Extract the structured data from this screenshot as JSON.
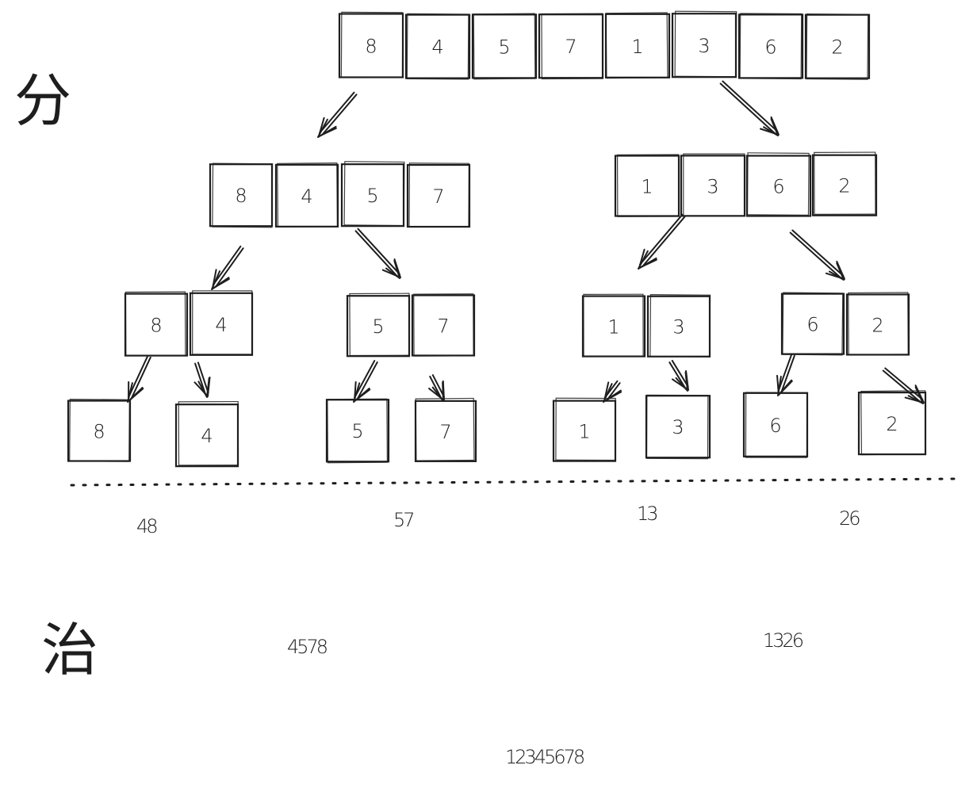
{
  "labels": {
    "divide": "分",
    "conquer": "治"
  },
  "levels": [
    {
      "level": 0,
      "groups": [
        [
          "8",
          "4",
          "5",
          "7",
          "1",
          "3",
          "6",
          "2"
        ]
      ]
    },
    {
      "level": 1,
      "groups": [
        [
          "8",
          "4",
          "5",
          "7"
        ],
        [
          "1",
          "3",
          "6",
          "2"
        ]
      ]
    },
    {
      "level": 2,
      "groups": [
        [
          "8",
          "4"
        ],
        [
          "5",
          "7"
        ],
        [
          "1",
          "3"
        ],
        [
          "6",
          "2"
        ]
      ]
    },
    {
      "level": 3,
      "groups": [
        [
          "8"
        ],
        [
          "4"
        ],
        [
          "5"
        ],
        [
          "7"
        ],
        [
          "1"
        ],
        [
          "3"
        ],
        [
          "6"
        ],
        [
          "2"
        ]
      ]
    }
  ],
  "merge_results": {
    "pairs": [
      "48",
      "57",
      "13",
      "26"
    ],
    "halves": [
      "4578",
      "1326"
    ],
    "final": "12345678"
  }
}
